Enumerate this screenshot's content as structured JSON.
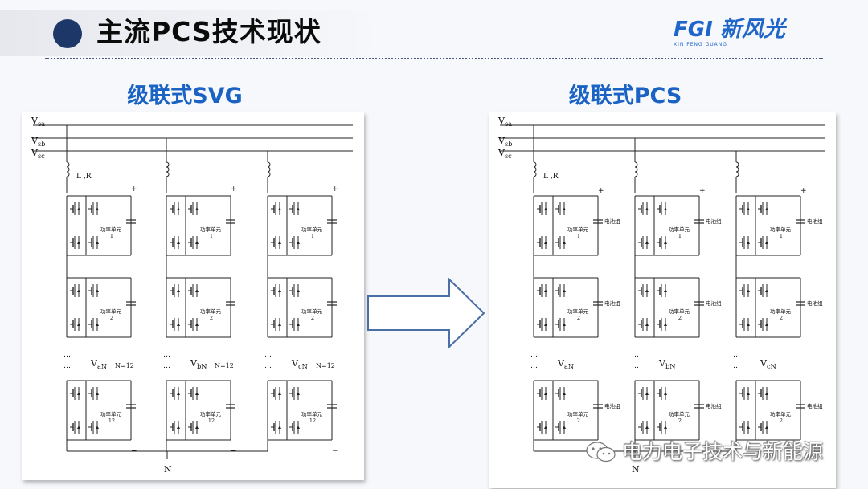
{
  "header": {
    "title": "主流PCS技术现状",
    "logo_latin": "FGI",
    "logo_cn": "新风光",
    "logo_sub": "XIN FENG GUANG"
  },
  "left": {
    "title": "级联式SVG",
    "labels": {
      "vsa": "V",
      "vsa_sub": "sa",
      "vsb": "V",
      "vsb_sub": "sb",
      "vsc": "V",
      "vsc_sub": "sc",
      "lr": "L ,R",
      "plus": "+",
      "minus": "−",
      "unit": "功率单元",
      "unit1": "1",
      "unit2": "2",
      "unit12": "12",
      "dots": "…",
      "va": "V",
      "va_sub": "aN",
      "vb": "V",
      "vb_sub": "bN",
      "vc": "V",
      "vc_sub": "cN",
      "n12": "N=12",
      "n": "N"
    }
  },
  "right": {
    "title": "级联式PCS",
    "labels": {
      "vsa": "V",
      "vsa_sub": "sa",
      "vsb": "V",
      "vsb_sub": "sb",
      "vsc": "V",
      "vsc_sub": "sc",
      "lr": "L ,R",
      "plus": "+",
      "unit": "功率单元",
      "unit1": "1",
      "unit2": "2",
      "battery": "电池组",
      "dots": "…",
      "va": "V",
      "va_sub": "aN",
      "vb": "V",
      "vb_sub": "bN",
      "vc": "V",
      "vc_sub": "cN",
      "n": "N"
    }
  },
  "watermark": {
    "text": "电力电子技术与新能源"
  },
  "colors": {
    "accent_blue": "#1a63c4",
    "title_dot": "#1d3768",
    "arrow_stroke": "#4a6fa5"
  }
}
